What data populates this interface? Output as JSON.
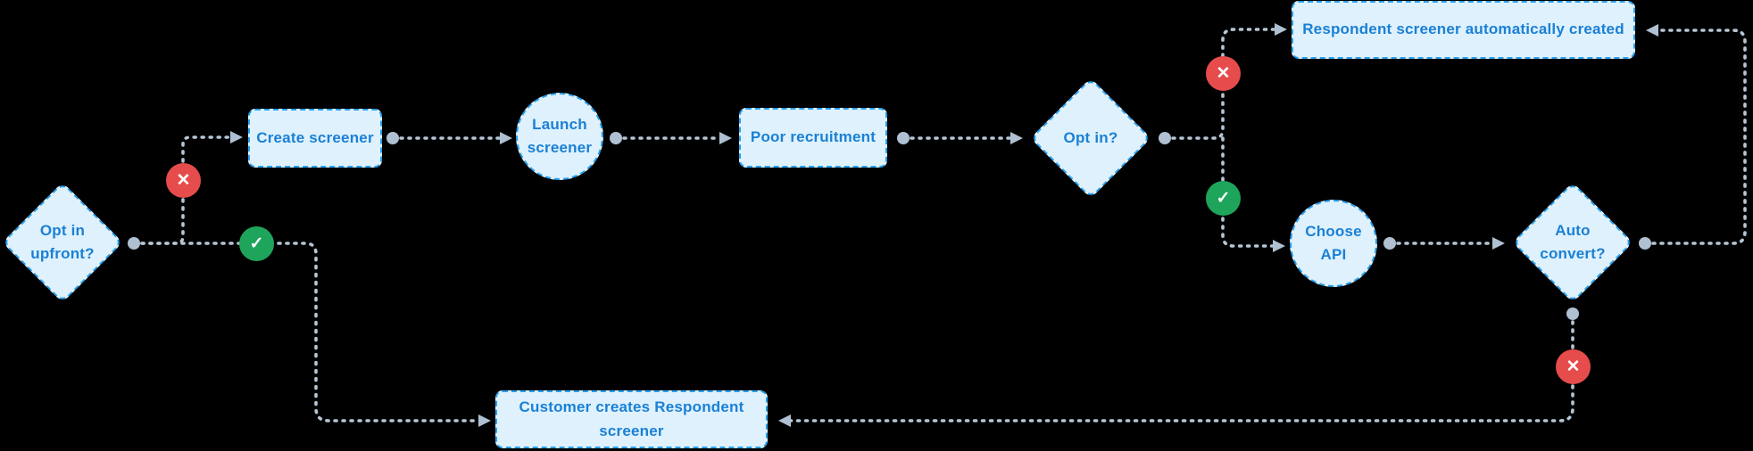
{
  "diagram": {
    "title_hint": "Respondent screener opt-in flowchart",
    "background": "#000000",
    "colors": {
      "node_fill": "#def1fd",
      "node_border": "#27a0f0",
      "node_text": "#1b80d4",
      "connector": "#b5c5d4",
      "badge_fail": "#e64c4c",
      "badge_success": "#1ea55b",
      "badge_glyph": "#ffffff"
    },
    "nodes": [
      {
        "id": "opt-in-upfront",
        "type": "decision-diamond",
        "label": "Opt in upfront?"
      },
      {
        "id": "create-screener",
        "type": "process-rect",
        "label": "Create screener"
      },
      {
        "id": "launch-screener",
        "type": "circle",
        "label": "Launch screener"
      },
      {
        "id": "poor-recruitment",
        "type": "process-rect",
        "label": "Poor recruitment"
      },
      {
        "id": "opt-in",
        "type": "decision-diamond",
        "label": "Opt in?"
      },
      {
        "id": "respondent-screener-auto",
        "type": "process-rect",
        "label": "Respondent screener automatically created"
      },
      {
        "id": "choose-api",
        "type": "circle",
        "label": "Choose API"
      },
      {
        "id": "auto-convert",
        "type": "decision-diamond",
        "label": "Auto convert?"
      },
      {
        "id": "customer-creates",
        "type": "process-rect",
        "label": "Customer creates Respondent screener"
      }
    ],
    "edges": [
      {
        "from": "opt-in-upfront",
        "to": "create-screener",
        "badge": "fail"
      },
      {
        "from": "opt-in-upfront",
        "to": "customer-creates",
        "badge": "success"
      },
      {
        "from": "create-screener",
        "to": "launch-screener",
        "badge": null
      },
      {
        "from": "launch-screener",
        "to": "poor-recruitment",
        "badge": null
      },
      {
        "from": "poor-recruitment",
        "to": "opt-in",
        "badge": null
      },
      {
        "from": "opt-in",
        "to": "respondent-screener-auto",
        "badge": "fail"
      },
      {
        "from": "opt-in",
        "to": "choose-api",
        "badge": "success"
      },
      {
        "from": "choose-api",
        "to": "auto-convert",
        "badge": null
      },
      {
        "from": "auto-convert",
        "to": "respondent-screener-auto",
        "badge": null
      },
      {
        "from": "auto-convert",
        "to": "customer-creates",
        "badge": "fail"
      }
    ]
  },
  "icons": {
    "x-icon": "✕",
    "check-icon": "✓"
  }
}
